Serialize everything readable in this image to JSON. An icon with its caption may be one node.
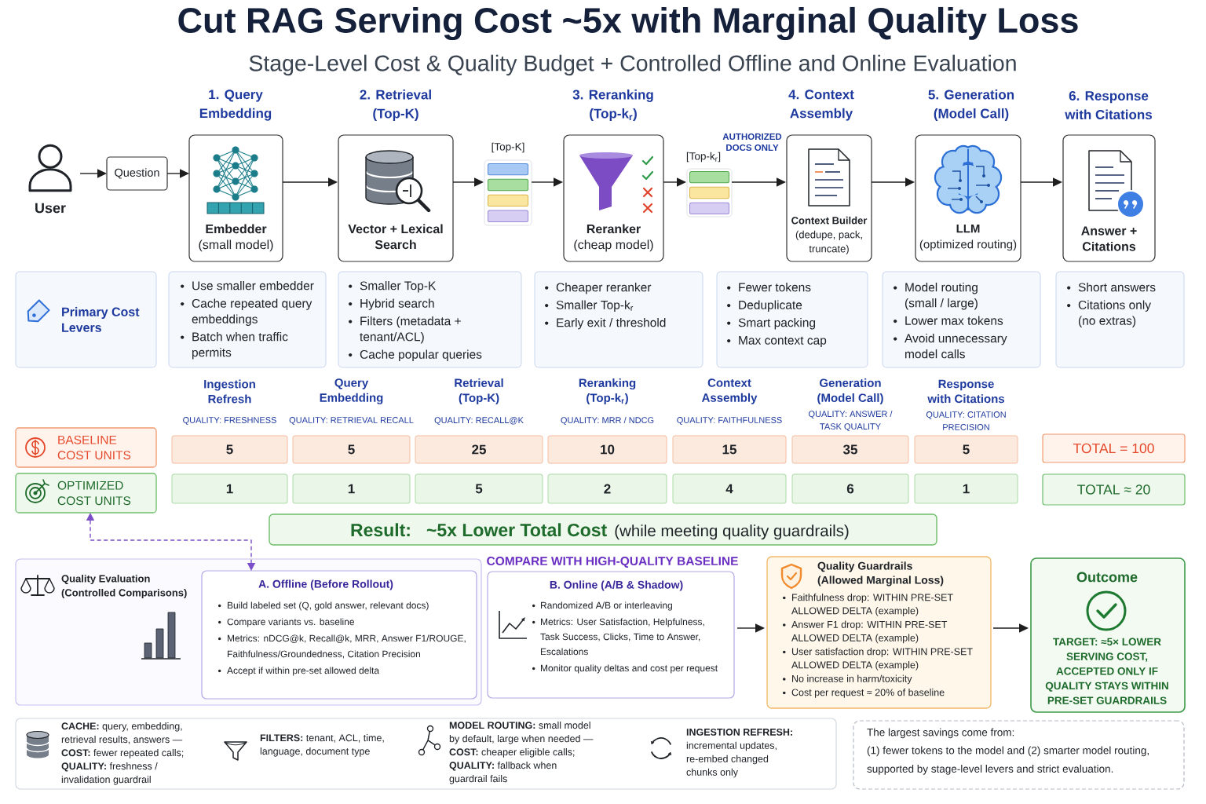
{
  "diagram": {
    "title": "Cut RAG Serving Cost ~5x with Marginal Quality Loss",
    "nodes": [
      {
        "text": [
          "User"
        ]
      },
      {
        "text": [
          "Question"
        ]
      },
      {
        "text": [
          "1. Query Embedding",
          "Embedder",
          "(small model)"
        ]
      },
      {
        "text": [
          "2. Retrieval (Top-K)",
          "Vector + Lexical Search"
        ]
      },
      {
        "text": [
          "[Top-K]"
        ]
      },
      {
        "text": [
          "3. Reranking (Top-k$_{r}$)",
          "Reranker",
          "(cheap model)"
        ]
      },
      {
        "text": [
          "[Top-k$_{r}$]"
        ]
      },
      {
        "text": [
          "4. Context Assembly",
          "Context Builder",
          "(dedupe, pack, truncate)"
        ]
      },
      {
        "text": [
          "5. Generation (Model Call)",
          "LLM",
          "(optimized routing)"
        ]
      },
      {
        "text": [
          "6. Response with Citations",
          "Answer + Citations"
        ]
      },
      {
        "text": [
          "Primary Cost Levers"
        ]
      },
      {
        "text": [
          "Use smaller embedder",
          "Cache repeated query embeddings",
          "Batch when traffic permits"
        ]
      },
      {
        "text": [
          "Smaller Top-K",
          "Hybrid search",
          "Filters (metadata + tenant/ACL)",
          "Cache popular queries"
        ]
      },
      {
        "text": [
          "Cheaper reranker",
          "Smaller Top-k$_{r}$",
          "Early exit / threshold"
        ]
      },
      {
        "text": [
          "Fewer tokens",
          "Deduplicate",
          "Smart packing",
          "Max context cap"
        ]
      },
      {
        "text": [
          "Model routing (small / large)",
          "Lower max tokens",
          "Avoid unnecessary model calls"
        ]
      },
      {
        "text": [
          "Short answers",
          "Citations only (no extras)"
        ]
      },
      {
        "text": [
          "BASELINE COST UNITS"
        ]
      },
      {
        "text": [
          "5"
        ]
      },
      {
        "text": [
          "5"
        ]
      },
      {
        "text": [
          "25"
        ]
      },
      {
        "text": [
          "10"
        ]
      },
      {
        "text": [
          "15"
        ]
      },
      {
        "text": [
          "35"
        ]
      },
      {
        "text": [
          "5"
        ]
      },
      {
        "text": [
          "TOTAL = 100"
        ]
      },
      {
        "text": [
          "OPTIMIZED COST UNITS"
        ]
      },
      {
        "text": [
          "1"
        ]
      },
      {
        "text": [
          "1"
        ]
      },
      {
        "text": [
          "5"
        ]
      },
      {
        "text": [
          "2"
        ]
      },
      {
        "text": [
          "4"
        ]
      },
      {
        "text": [
          "6"
        ]
      },
      {
        "text": [
          "1"
        ]
      },
      {
        "text": [
          "TOTAL ≈ 20"
        ]
      },
      {
        "text": [
          "Result:",
          "~5x Lower Total Cost",
          "(while meeting quality guardrails)"
        ]
      },
      {
        "text": [
          "Quality Evaluation (Controlled Comparisons)"
        ]
      },
      {
        "text": [
          "A. Offline (Before Rollout)",
          "Build labeled set (Q, gold answer, relevant docs)",
          "Compare variants vs. baseline",
          "Metrics: nDCG@k, Recall@k, MRR, Answer F1/ROUGE, Faithfulness/Groundedness, Citation Precision",
          "Accept if within pre-set allowed delta"
        ],
        "in": 36
      },
      {
        "text": [
          "B. Online (A/B & Shadow)",
          "Randomized A/B or interleaving",
          "Metrics: User Satisfaction, Helpfulness, Task Success, Clicks, Time to Answer, Escalations",
          "Monitor quality deltas and cost per request"
        ]
      },
      {
        "text": [
          "Quality Guardrails (Allowed Marginal Loss)",
          "Faithfulness drop: WITHIN PRE-SET ALLOWED DELTA (example)",
          "Answer F1 drop: WITHIN PRE-SET ALLOWED DELTA (example)",
          "User satisfaction drop: WITHIN PRE-SET ALLOWED DELTA (example)",
          "No increase in harm/toxicity",
          "Cost per request ≈ 20% of baseline"
        ]
      },
      {
        "text": [
          "Outcome",
          "TARGET: ≈5× LOWER SERVING COST, ACCEPTED ONLY IF QUALITY STAYS WITHIN PRE-SET GUARDRAILS"
        ]
      },
      {
        "text": [
          "**CACHE:** query, embedding, retrieval results, answers — **COST:** fewer repeated calls; **QUALITY:** freshness / invalidation guardrail",
          "**FILTERS:** tenant, ACL, time, language, document type",
          "**MODEL ROUTING:** small model by default, large when needed — **COST:** cheaper eligible calls; **QUALITY:** fallback when guardrail fails",
          "**INGESTION REFRESH:** incremental updates, re-embed changed chunks only"
        ]
      },
      {
        "text": [
          "The largest savings come from:",
          "(1) fewer tokens to the model and (2) smarter model routing, supported by stage-level levers and strict evaluation."
        ]
      }
    ],
    "edges": [
      {
        "from": 0,
        "to": 1,
        "arrow": "to"
      },
      {
        "from": 1,
        "to": 2,
        "arrow": "to"
      },
      {
        "from": 2,
        "to": 3,
        "arrow": "to"
      },
      {
        "from": 3,
        "to": 4,
        "arrow": "to"
      },
      {
        "from": 4,
        "to": 5,
        "arrow": "to"
      },
      {
        "from": 5,
        "to": 6,
        "arrow": "to"
      },
      {
        "from": 6,
        "to": 7,
        "arrow": "to",
        "label": "AUTHORIZED DOCS ONLY"
      },
      {
        "from": 7,
        "to": 8,
        "arrow": "to"
      },
      {
        "from": 8,
        "to": 9,
        "arrow": "to"
      },
      {
        "from": 26,
        "to": 37,
        "arrow": "both",
        "style": "dashed",
        "color": "#7b4fc8"
      },
      {
        "from": 38,
        "to": 39,
        "arrow": "to"
      },
      {
        "from": 39,
        "to": 40,
        "arrow": "to"
      }
    ],
    "labels": [
      "Stage-Level Cost & Quality Budget + Controlled Offline and Online Evaluation",
      "Ingestion Refresh",
      "Query Embedding",
      "Retrieval (Top-K)",
      "Reranking (Top-k$_{r}$)",
      "Context Assembly",
      "Generation (Model Call)",
      "Response with Citations",
      "QUALITY: FRESHNESS",
      "QUALITY: RETRIEVAL RECALL",
      "QUALITY: RECALL@K",
      "QUALITY: MRR / NDCG",
      "QUALITY: FAITHFULNESS",
      "QUALITY: ANSWER / TASK QUALITY",
      "QUALITY: CITATION PRECISION",
      "COMPARE WITH HIGH-QUALITY BASELINE"
    ]
  }
}
